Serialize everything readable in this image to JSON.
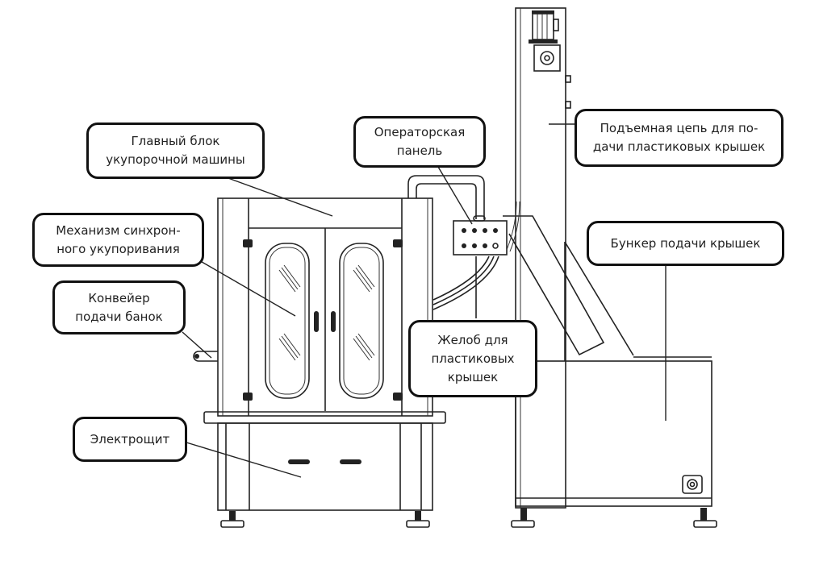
{
  "diagram": {
    "title": "Укупорочная машина — схема узлов",
    "colors": {
      "line": "#222222",
      "callout_border": "#111111",
      "background": "#ffffff"
    },
    "callouts": [
      {
        "id": "main-unit",
        "lines": [
          "Главный блок",
          "укупорочной машины"
        ]
      },
      {
        "id": "sync-mechanism",
        "lines": [
          "Механизм синхрон-",
          "ного укупоривания"
        ]
      },
      {
        "id": "jar-conveyor",
        "lines": [
          "Конвейер",
          "подачи банок"
        ]
      },
      {
        "id": "electrical-panel",
        "lines": [
          "Электрощит"
        ]
      },
      {
        "id": "operator-panel",
        "lines": [
          "Операторская",
          "панель"
        ]
      },
      {
        "id": "cap-chute",
        "lines": [
          "Желоб для",
          "пластиковых",
          "крышек"
        ]
      },
      {
        "id": "lift-chain",
        "lines": [
          "Подъемная цепь для по-",
          "дачи пластиковых крышек"
        ]
      },
      {
        "id": "cap-hopper",
        "lines": [
          "Бункер подачи крышек"
        ]
      }
    ]
  }
}
